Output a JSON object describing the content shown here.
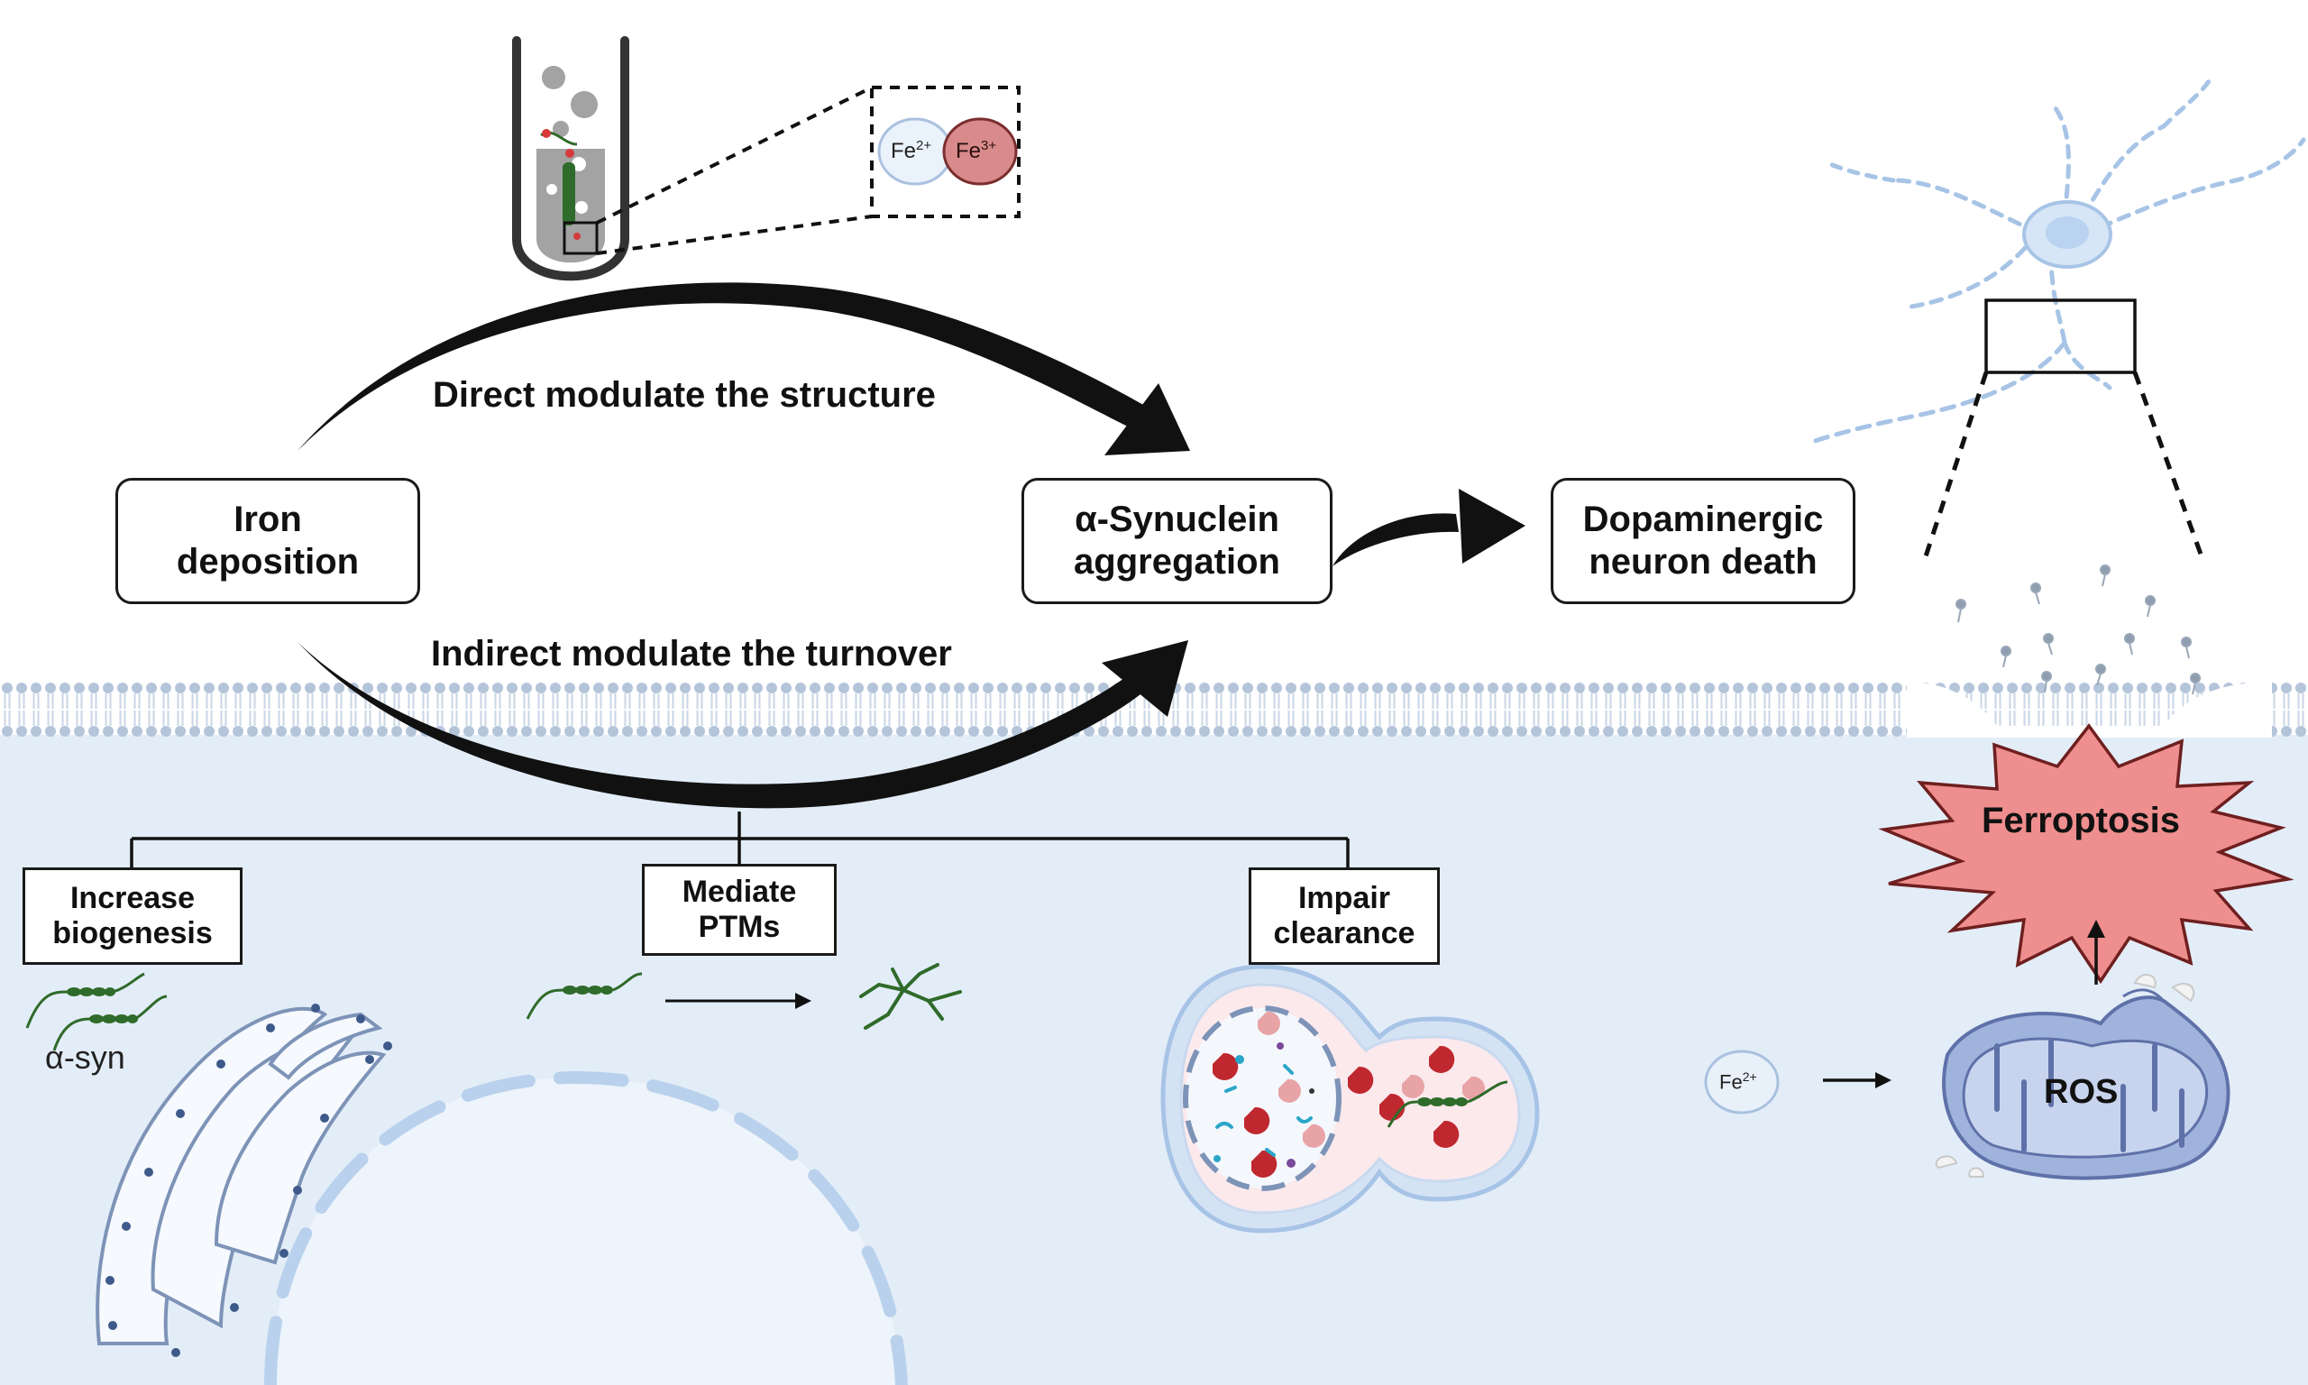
{
  "labels": {
    "direct": "Direct modulate the structure",
    "indirect": "Indirect modulate the turnover"
  },
  "boxes": {
    "iron": "Iron\ndeposition",
    "synuclein": "α-Synuclein\naggregation",
    "neuron": "Dopaminergic\nneuron death"
  },
  "mechanisms": [
    {
      "label": "Increase\nbiogenesis"
    },
    {
      "label": "Mediate\nPTMs"
    },
    {
      "label": "Impair\nclearance"
    }
  ],
  "ions": {
    "fe2": "Fe",
    "fe2_sup": "2+",
    "fe3": "Fe",
    "fe3_sup": "3+"
  },
  "alpha_syn": "α-syn",
  "ferroptosis": "Ferroptosis",
  "ros": "ROS",
  "colors": {
    "cytoplasm": "#e3edf8",
    "membrane": "#b8c8dc",
    "organelle_stroke": "#7d93b7",
    "fe3_fill": "#d98a8a",
    "ferroptosis_fill": "#ef8e8e",
    "syn_green": "#2f6b2a"
  }
}
